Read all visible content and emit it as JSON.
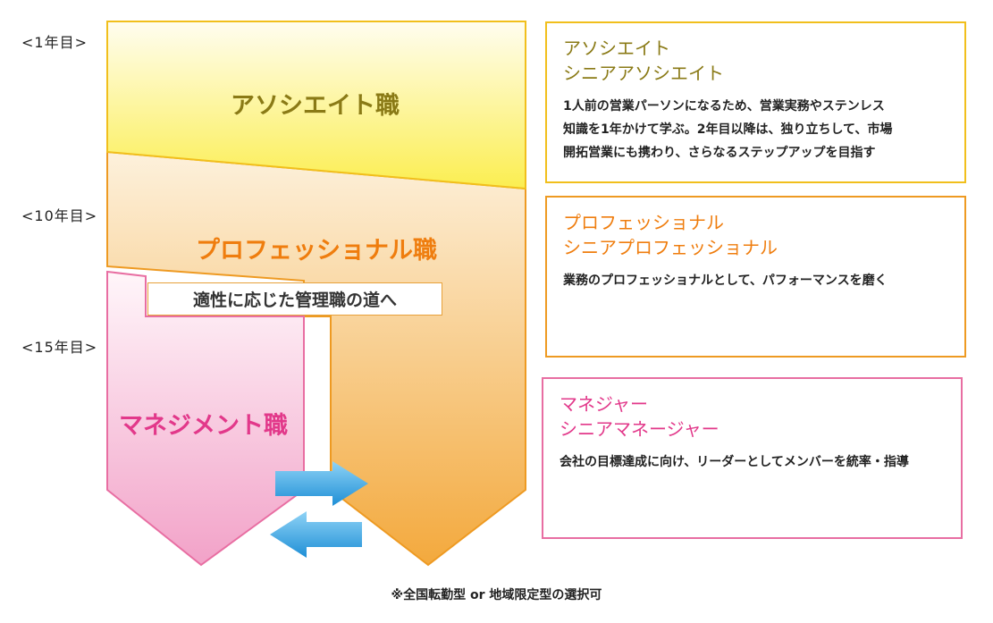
{
  "colors": {
    "associate_title": "#8a7a16",
    "professional_title": "#ef7d0e",
    "management_title": "#e2388a",
    "associate_border": "#f1bf1c",
    "professional_border": "#ee9a22",
    "management_border": "#e86ea2",
    "arrow": "#29a3e2"
  },
  "year_markers": [
    "<1年目>",
    "<10年目>",
    "<15年目>"
  ],
  "tracks": {
    "associate": "アソシエイト職",
    "professional": "プロフェッショナル職",
    "management": "マネジメント職"
  },
  "management_path_label": "適性に応じた管理職の道へ",
  "info_boxes": {
    "associate": {
      "title_line1": "アソシエイト",
      "title_line2": "シニアアソシエイト",
      "desc_line1": "1人前の営業パーソンになるため、営業実務やステンレス",
      "desc_line2": "知識を1年かけて学ぶ。2年目以降は、独り立ちして、市場",
      "desc_line3": "開拓営業にも携わり、さらなるステップアップを目指す"
    },
    "professional": {
      "title_line1": "プロフェッショナル",
      "title_line2": "シニアプロフェッショナル",
      "desc_line1": "業務のプロフェッショナルとして、パフォーマンスを磨く"
    },
    "management": {
      "title_line1": "マネジャー",
      "title_line2": "シニアマネージャー",
      "desc_line1": "会社の目標達成に向け、リーダーとしてメンバーを統率・指導"
    }
  },
  "footnote": "※全国転勤型 or 地域限定型の選択可"
}
